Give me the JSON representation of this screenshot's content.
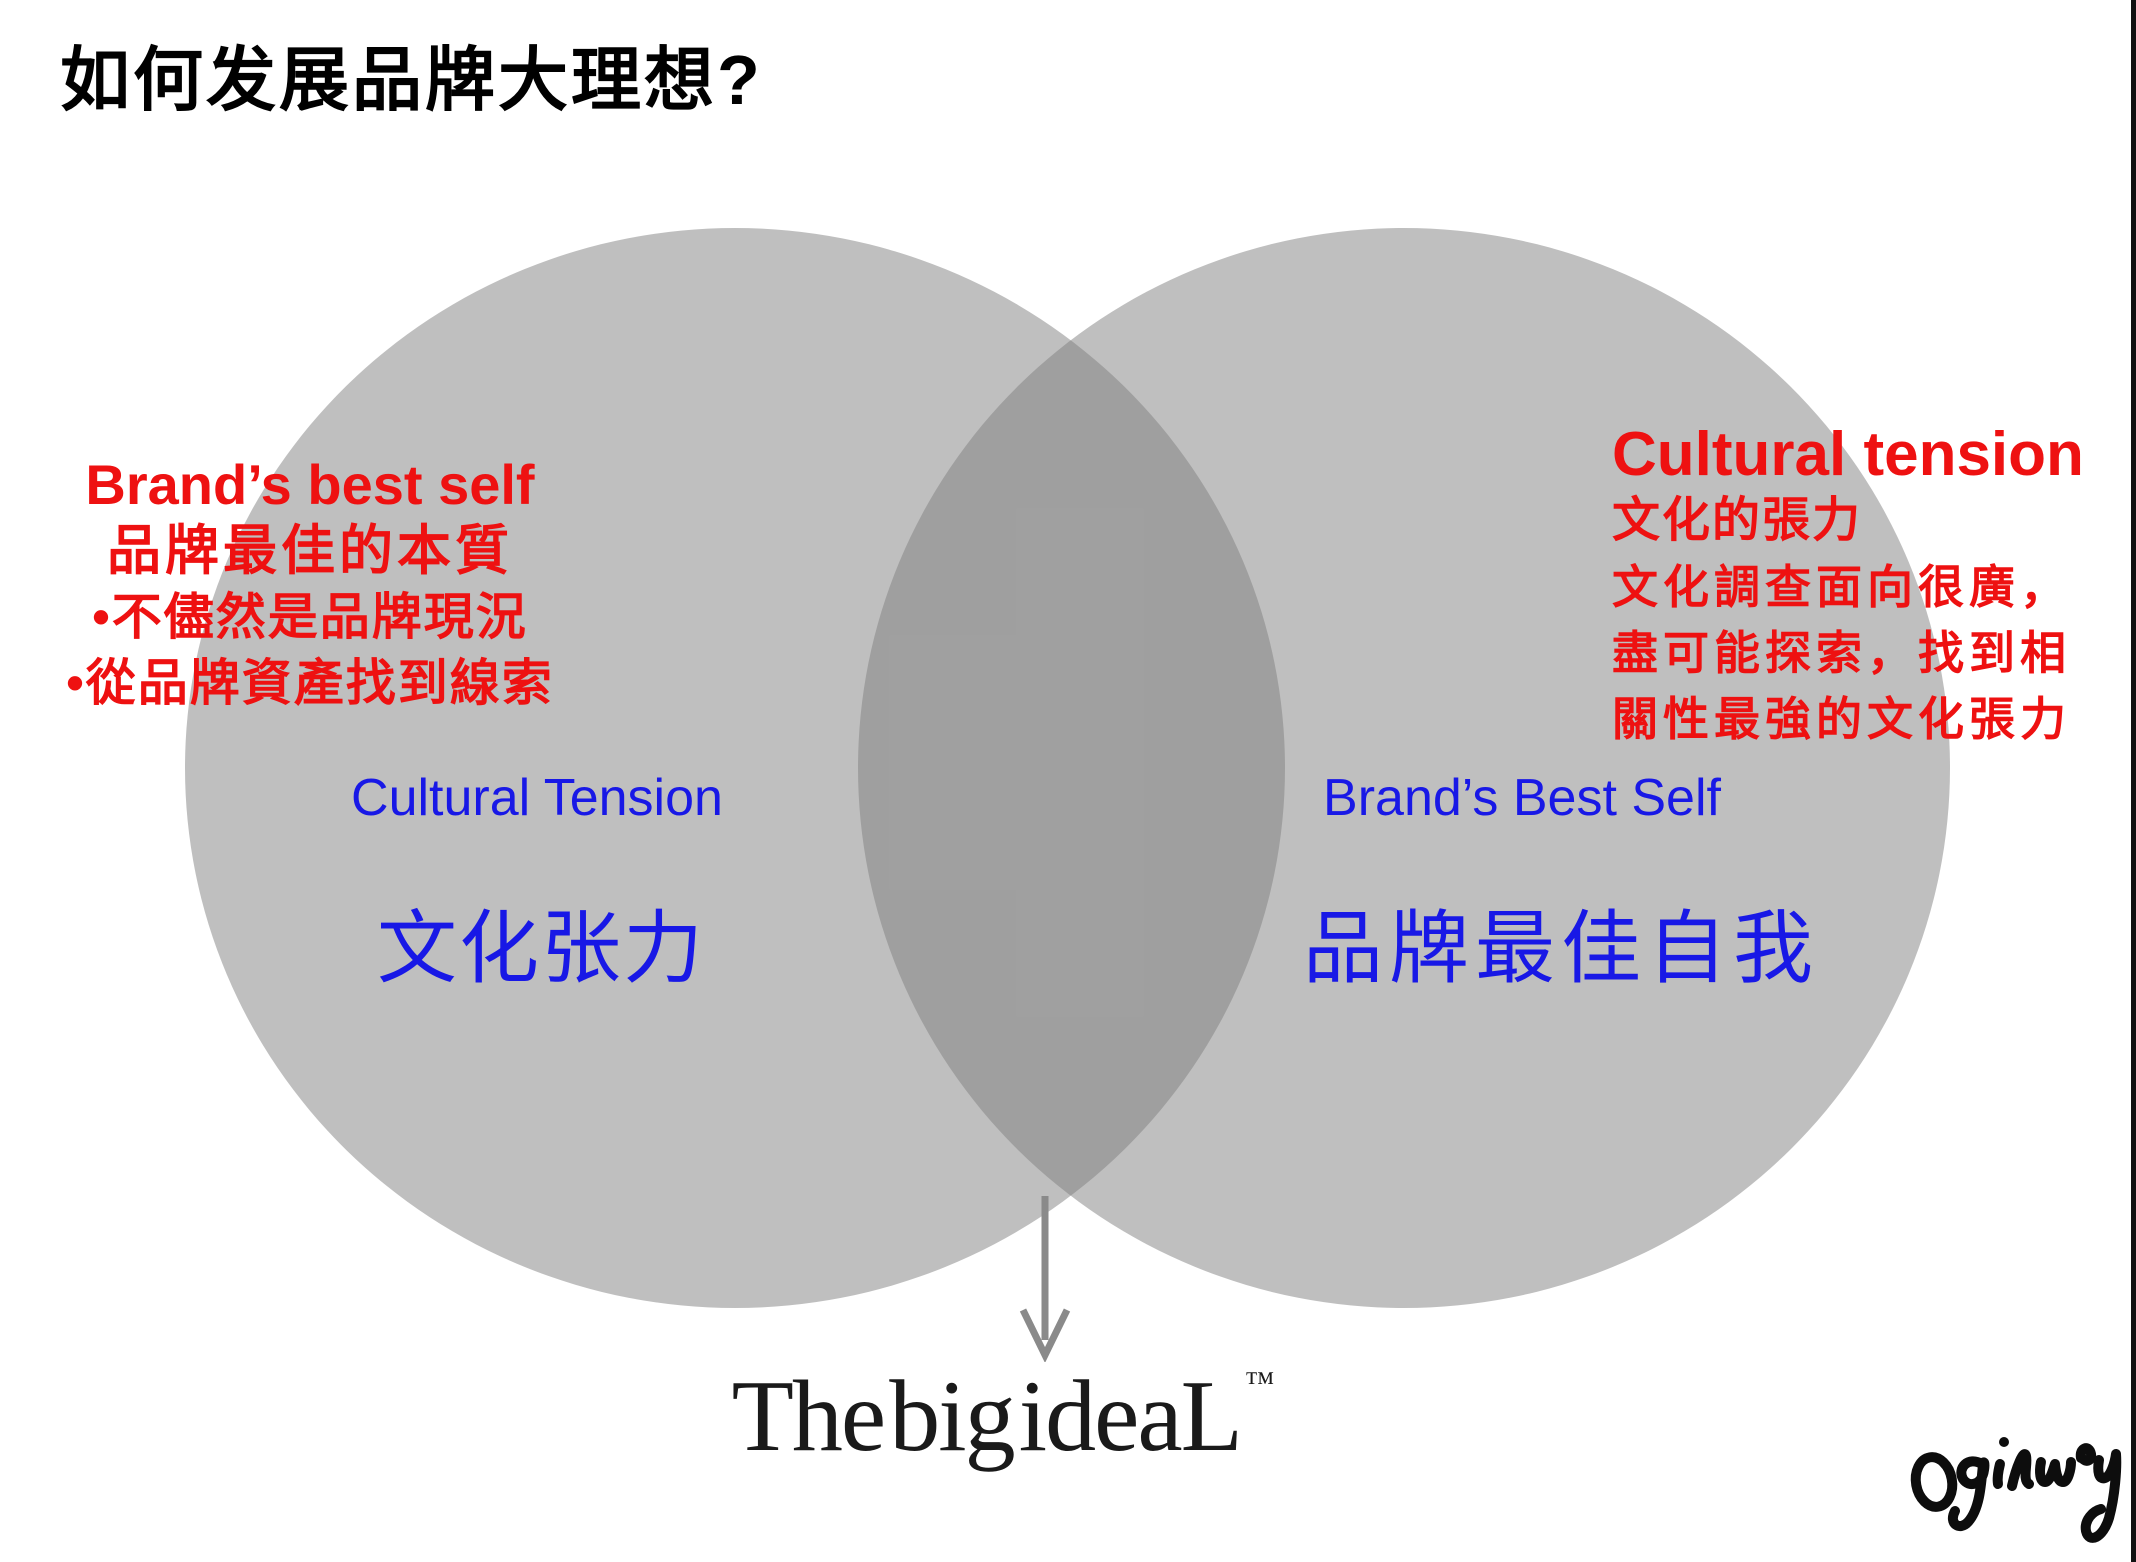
{
  "title": "如何发展品牌大理想?",
  "colors": {
    "red": "#EE1111",
    "blue": "#1818E6",
    "circle_fill": "rgba(128,128,128,0.5)",
    "arrow": "#8A8A8A",
    "title_color": "#000000",
    "logo_color": "#1A1A1A",
    "border": "#111111"
  },
  "left_annotation": {
    "lines": [
      "Brand’s best self",
      "品牌最佳的本質",
      "•不儘然是品牌現況",
      "•從品牌資產找到線索"
    ]
  },
  "right_annotation": {
    "lines": [
      "Cultural tension",
      "文化的張力",
      "文化調查面向很廣，",
      "盡可能探索，找到相",
      "關性最強的文化張力"
    ]
  },
  "venn": {
    "left": {
      "label_en": "Cultural Tension",
      "label_cn": "文化张力"
    },
    "right": {
      "label_en": "Brand’s Best Self",
      "label_cn": "品牌最佳自我"
    }
  },
  "logo": {
    "text": "The big ideaL",
    "tm": "™"
  },
  "signature": {
    "name": "Ogilvy"
  }
}
